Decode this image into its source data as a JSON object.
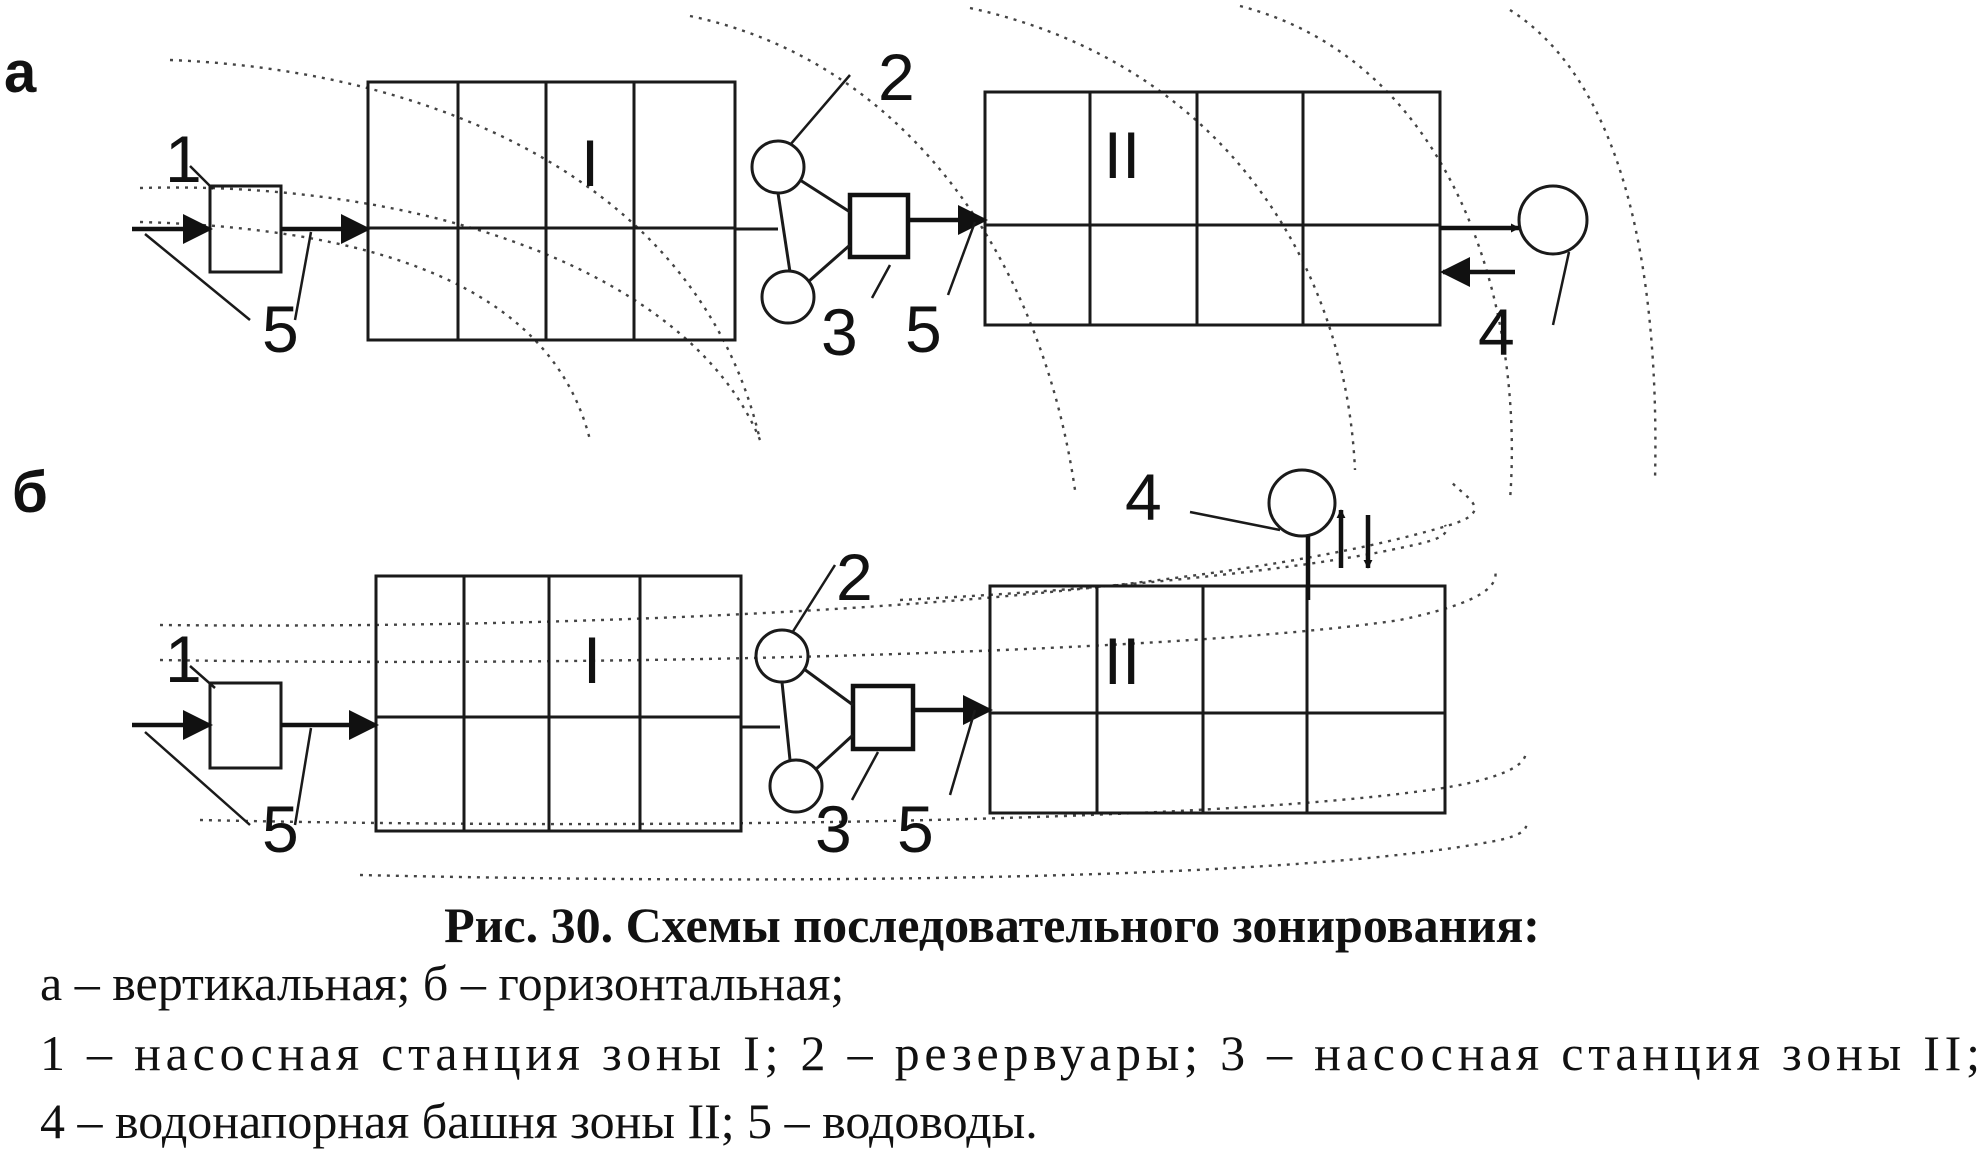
{
  "panels": {
    "a": {
      "label": "а",
      "zone1": "I",
      "zone2": "II",
      "n1": "1",
      "n2": "2",
      "n3": "3",
      "n4": "4",
      "n5a": "5",
      "n5b": "5"
    },
    "b": {
      "label": "б",
      "zone1": "I",
      "zone2": "II",
      "n1": "1",
      "n2": "2",
      "n3": "3",
      "n4": "4",
      "n5a": "5",
      "n5b": "5"
    }
  },
  "caption": {
    "title": "Рис. 30. Схемы последовательного зонирования:",
    "line1": "а – вертикальная; б – горизонтальная;",
    "line2": "1 – насосная станция зоны I; 2 – резервуары; 3 – насосная станция зоны II;",
    "line3": "4 – водонапорная башня зоны II; 5 – водоводы."
  },
  "colors": {
    "ink": "#111111",
    "background": "#ffffff"
  }
}
